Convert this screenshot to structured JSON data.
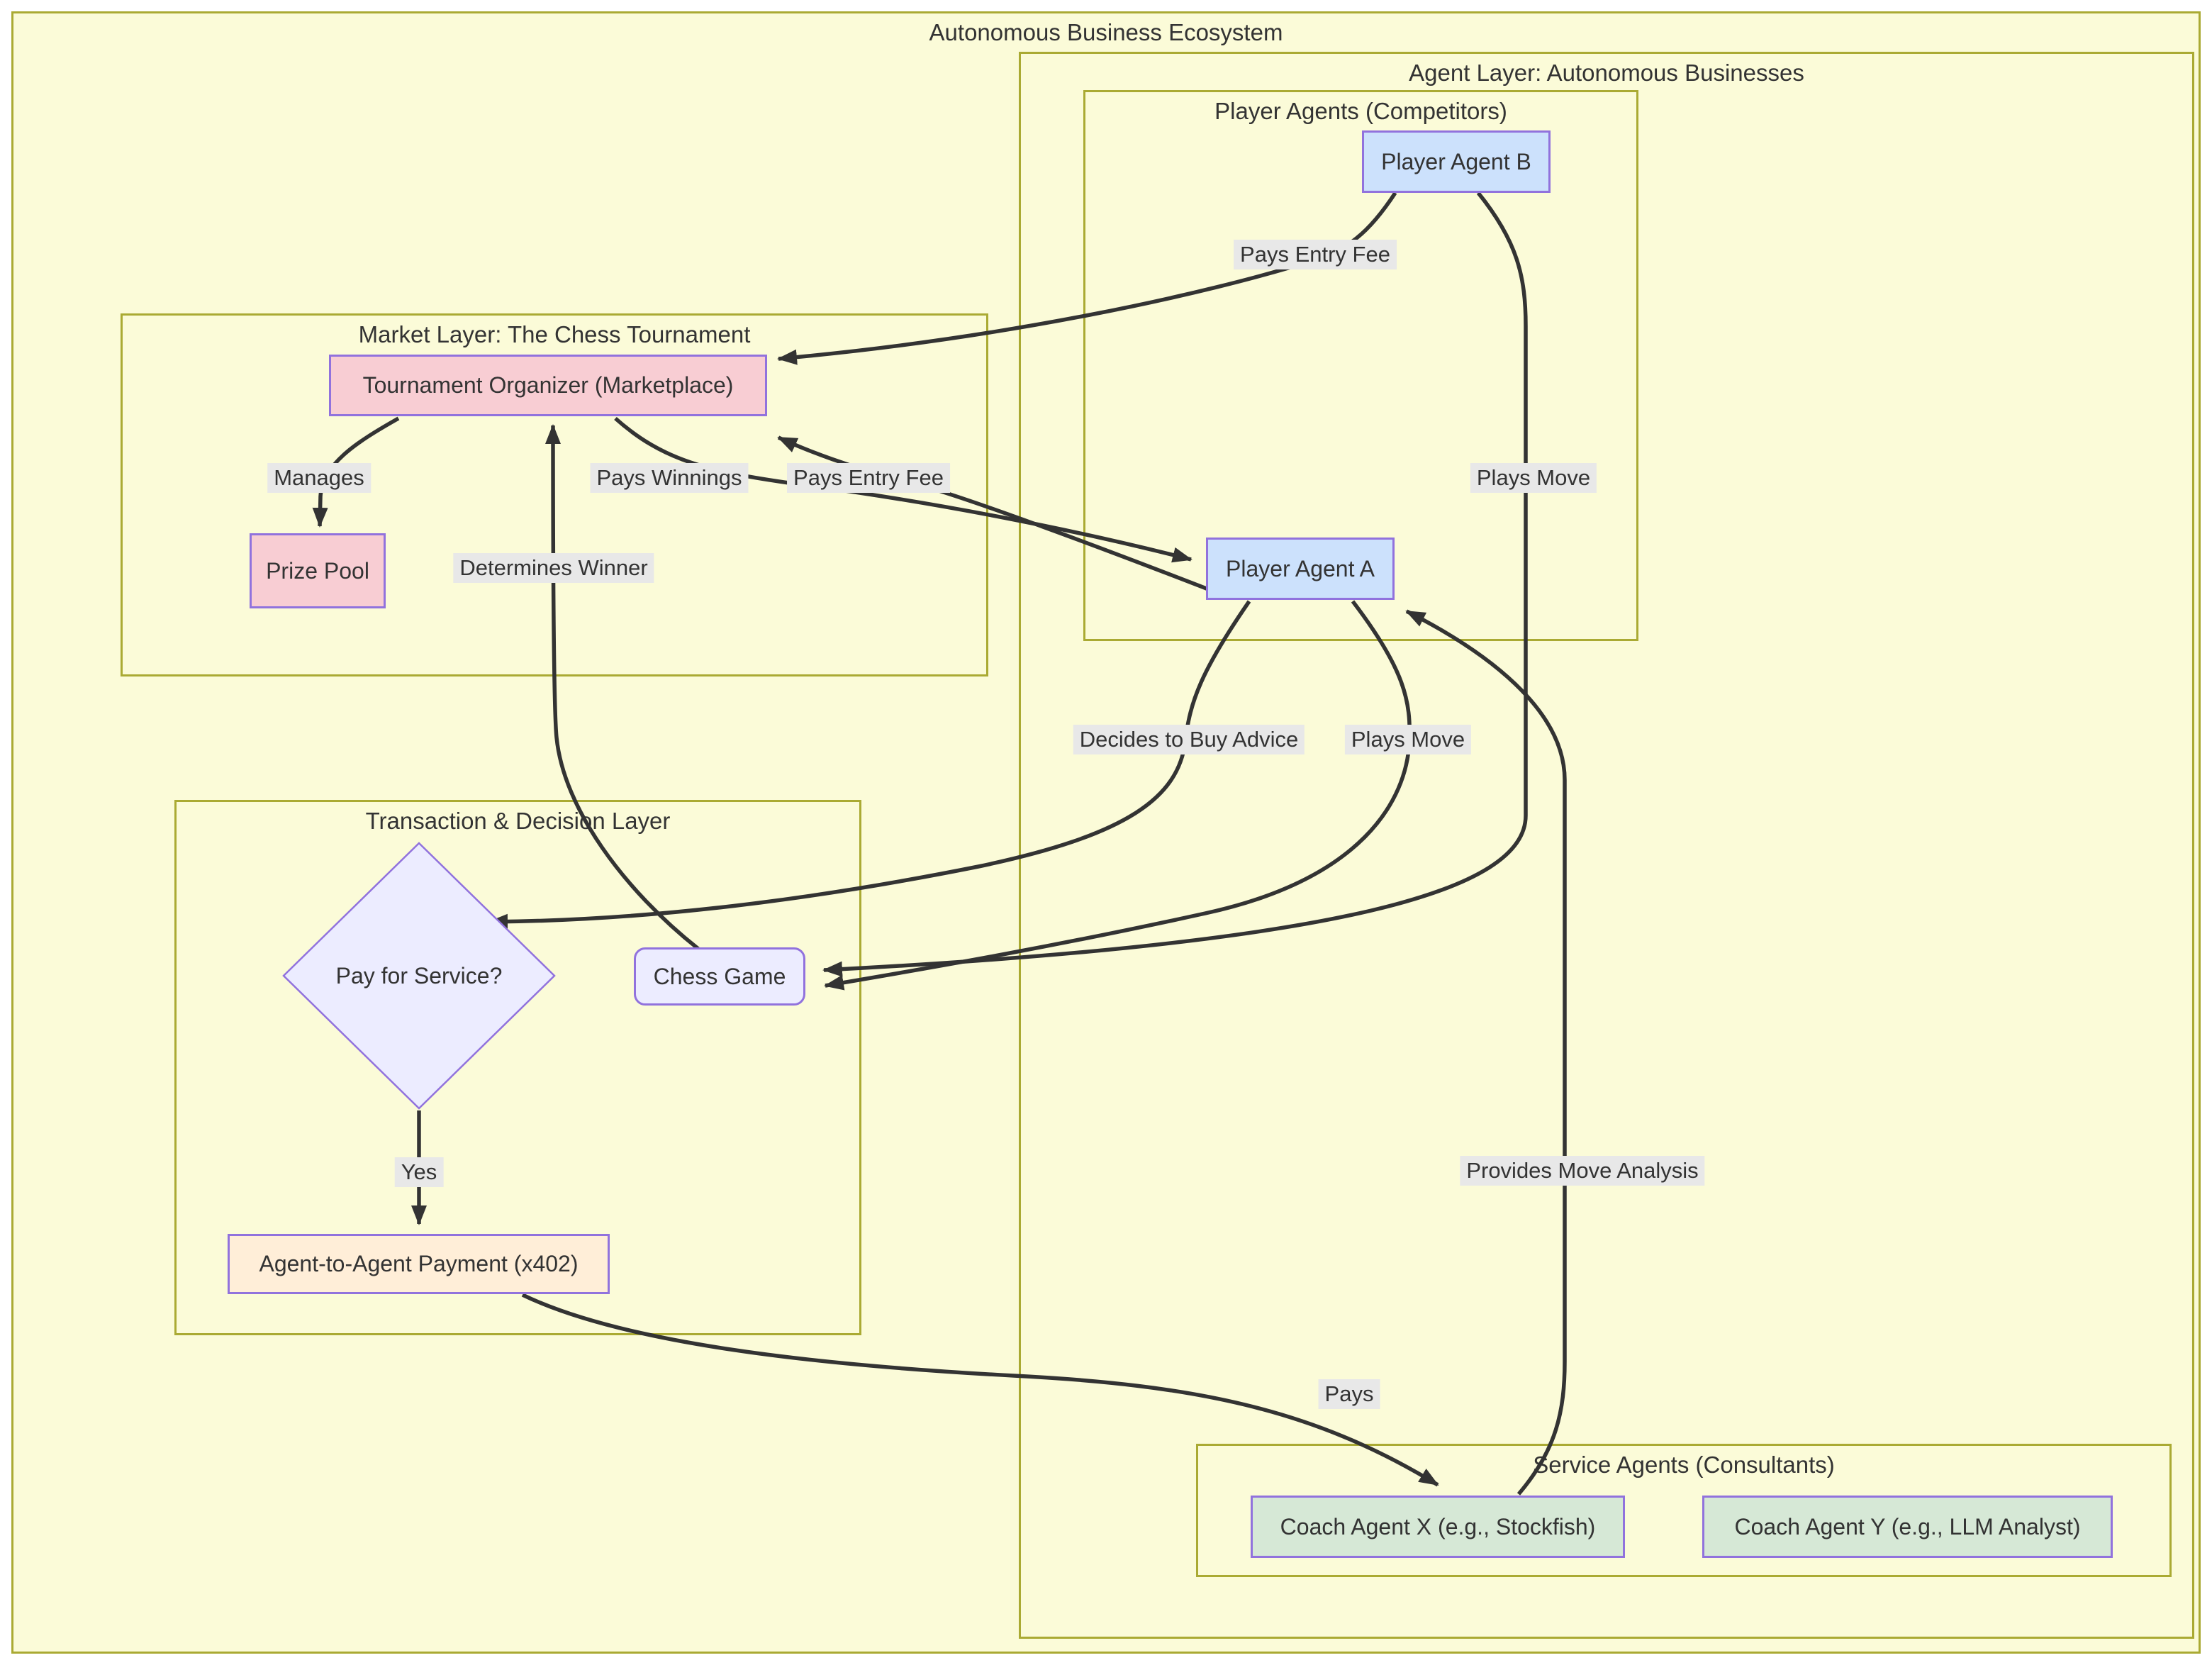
{
  "diagram": {
    "title": "Autonomous Business Ecosystem",
    "subgraphs": {
      "agent_layer": {
        "title": "Agent Layer: Autonomous Businesses"
      },
      "player_agents": {
        "title": "Player Agents (Competitors)"
      },
      "market_layer": {
        "title": "Market Layer: The Chess Tournament"
      },
      "transaction_layer": {
        "title": "Transaction & Decision Layer"
      },
      "service_agents": {
        "title": "Service Agents (Consultants)"
      }
    },
    "nodes": {
      "player_agent_b": {
        "label": "Player Agent B"
      },
      "player_agent_a": {
        "label": "Player Agent A"
      },
      "tournament_organizer": {
        "label": "Tournament Organizer (Marketplace)"
      },
      "prize_pool": {
        "label": "Prize Pool"
      },
      "pay_for_service": {
        "label": "Pay for Service?"
      },
      "chess_game": {
        "label": "Chess Game"
      },
      "payment": {
        "label": "Agent-to-Agent Payment (x402)"
      },
      "coach_x": {
        "label": "Coach Agent X (e.g., Stockfish)"
      },
      "coach_y": {
        "label": "Coach Agent Y (e.g., LLM Analyst)"
      }
    },
    "edges": {
      "b_entry_fee": "Pays Entry Fee",
      "b_plays_move": "Plays Move",
      "manages": "Manages",
      "pays_winnings": "Pays Winnings",
      "a_entry_fee": "Pays Entry Fee",
      "determines_winner": "Determines Winner",
      "decides": "Decides to Buy Advice",
      "a_plays_move": "Plays Move",
      "yes": "Yes",
      "pays": "Pays",
      "provides": "Provides Move Analysis"
    },
    "colors": {
      "text": "#333333",
      "edge": "#333333",
      "subgraph_fill": "#fbfbd8",
      "subgraph_border": "#aaaa33",
      "node_border": "#9172dd",
      "node_blue": "#cce1fc",
      "node_pink": "#f8cdd3",
      "node_lavender": "#ececff",
      "node_peach": "#ffeed8",
      "node_green": "#d6e8d6",
      "label_bg": "#e8e8e8"
    }
  }
}
